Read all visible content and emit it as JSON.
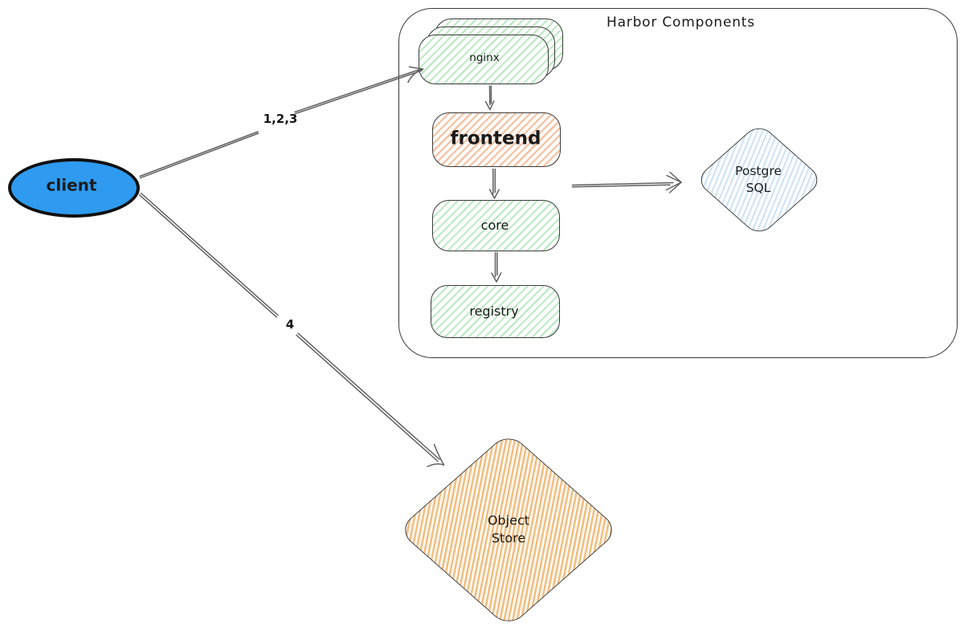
{
  "diagram": {
    "title": "Harbor Components",
    "canvas_background": "#ffffff",
    "group_border_color": "#3a3a3a",
    "arrow_color": "#606060",
    "nodes": {
      "client": {
        "label": "client",
        "shape": "ellipse",
        "fill": "#2e9bf0",
        "border": "#101010"
      },
      "nginx": {
        "label": "nginx",
        "shape": "stacked-rounded-rectangle",
        "hatch": "#b8e7c1"
      },
      "frontend": {
        "label": "frontend",
        "shape": "rounded-rectangle",
        "hatch": "#f6c0a0"
      },
      "core": {
        "label": "core",
        "shape": "rounded-rectangle",
        "hatch": "#b8e7c1"
      },
      "registry": {
        "label": "registry",
        "shape": "rounded-rectangle",
        "hatch": "#b8e7c1"
      },
      "postgresql": {
        "label": "Postgre\nSQL",
        "shape": "diamond",
        "hatch": "#cde2f5"
      },
      "object_store": {
        "label": "Object\nStore",
        "shape": "diamond",
        "hatch": "#f2bd80"
      }
    },
    "edges": [
      {
        "id": "client-nginx",
        "from": "client",
        "to": "nginx",
        "label": "1,2,3"
      },
      {
        "id": "client-object-store",
        "from": "client",
        "to": "object_store",
        "label": "4"
      },
      {
        "id": "nginx-frontend",
        "from": "nginx",
        "to": "frontend",
        "label": ""
      },
      {
        "id": "frontend-core",
        "from": "frontend",
        "to": "core",
        "label": ""
      },
      {
        "id": "core-registry",
        "from": "core",
        "to": "registry",
        "label": ""
      },
      {
        "id": "frontend-postgresql",
        "from": "frontend",
        "to": "postgresql",
        "label": ""
      }
    ]
  }
}
